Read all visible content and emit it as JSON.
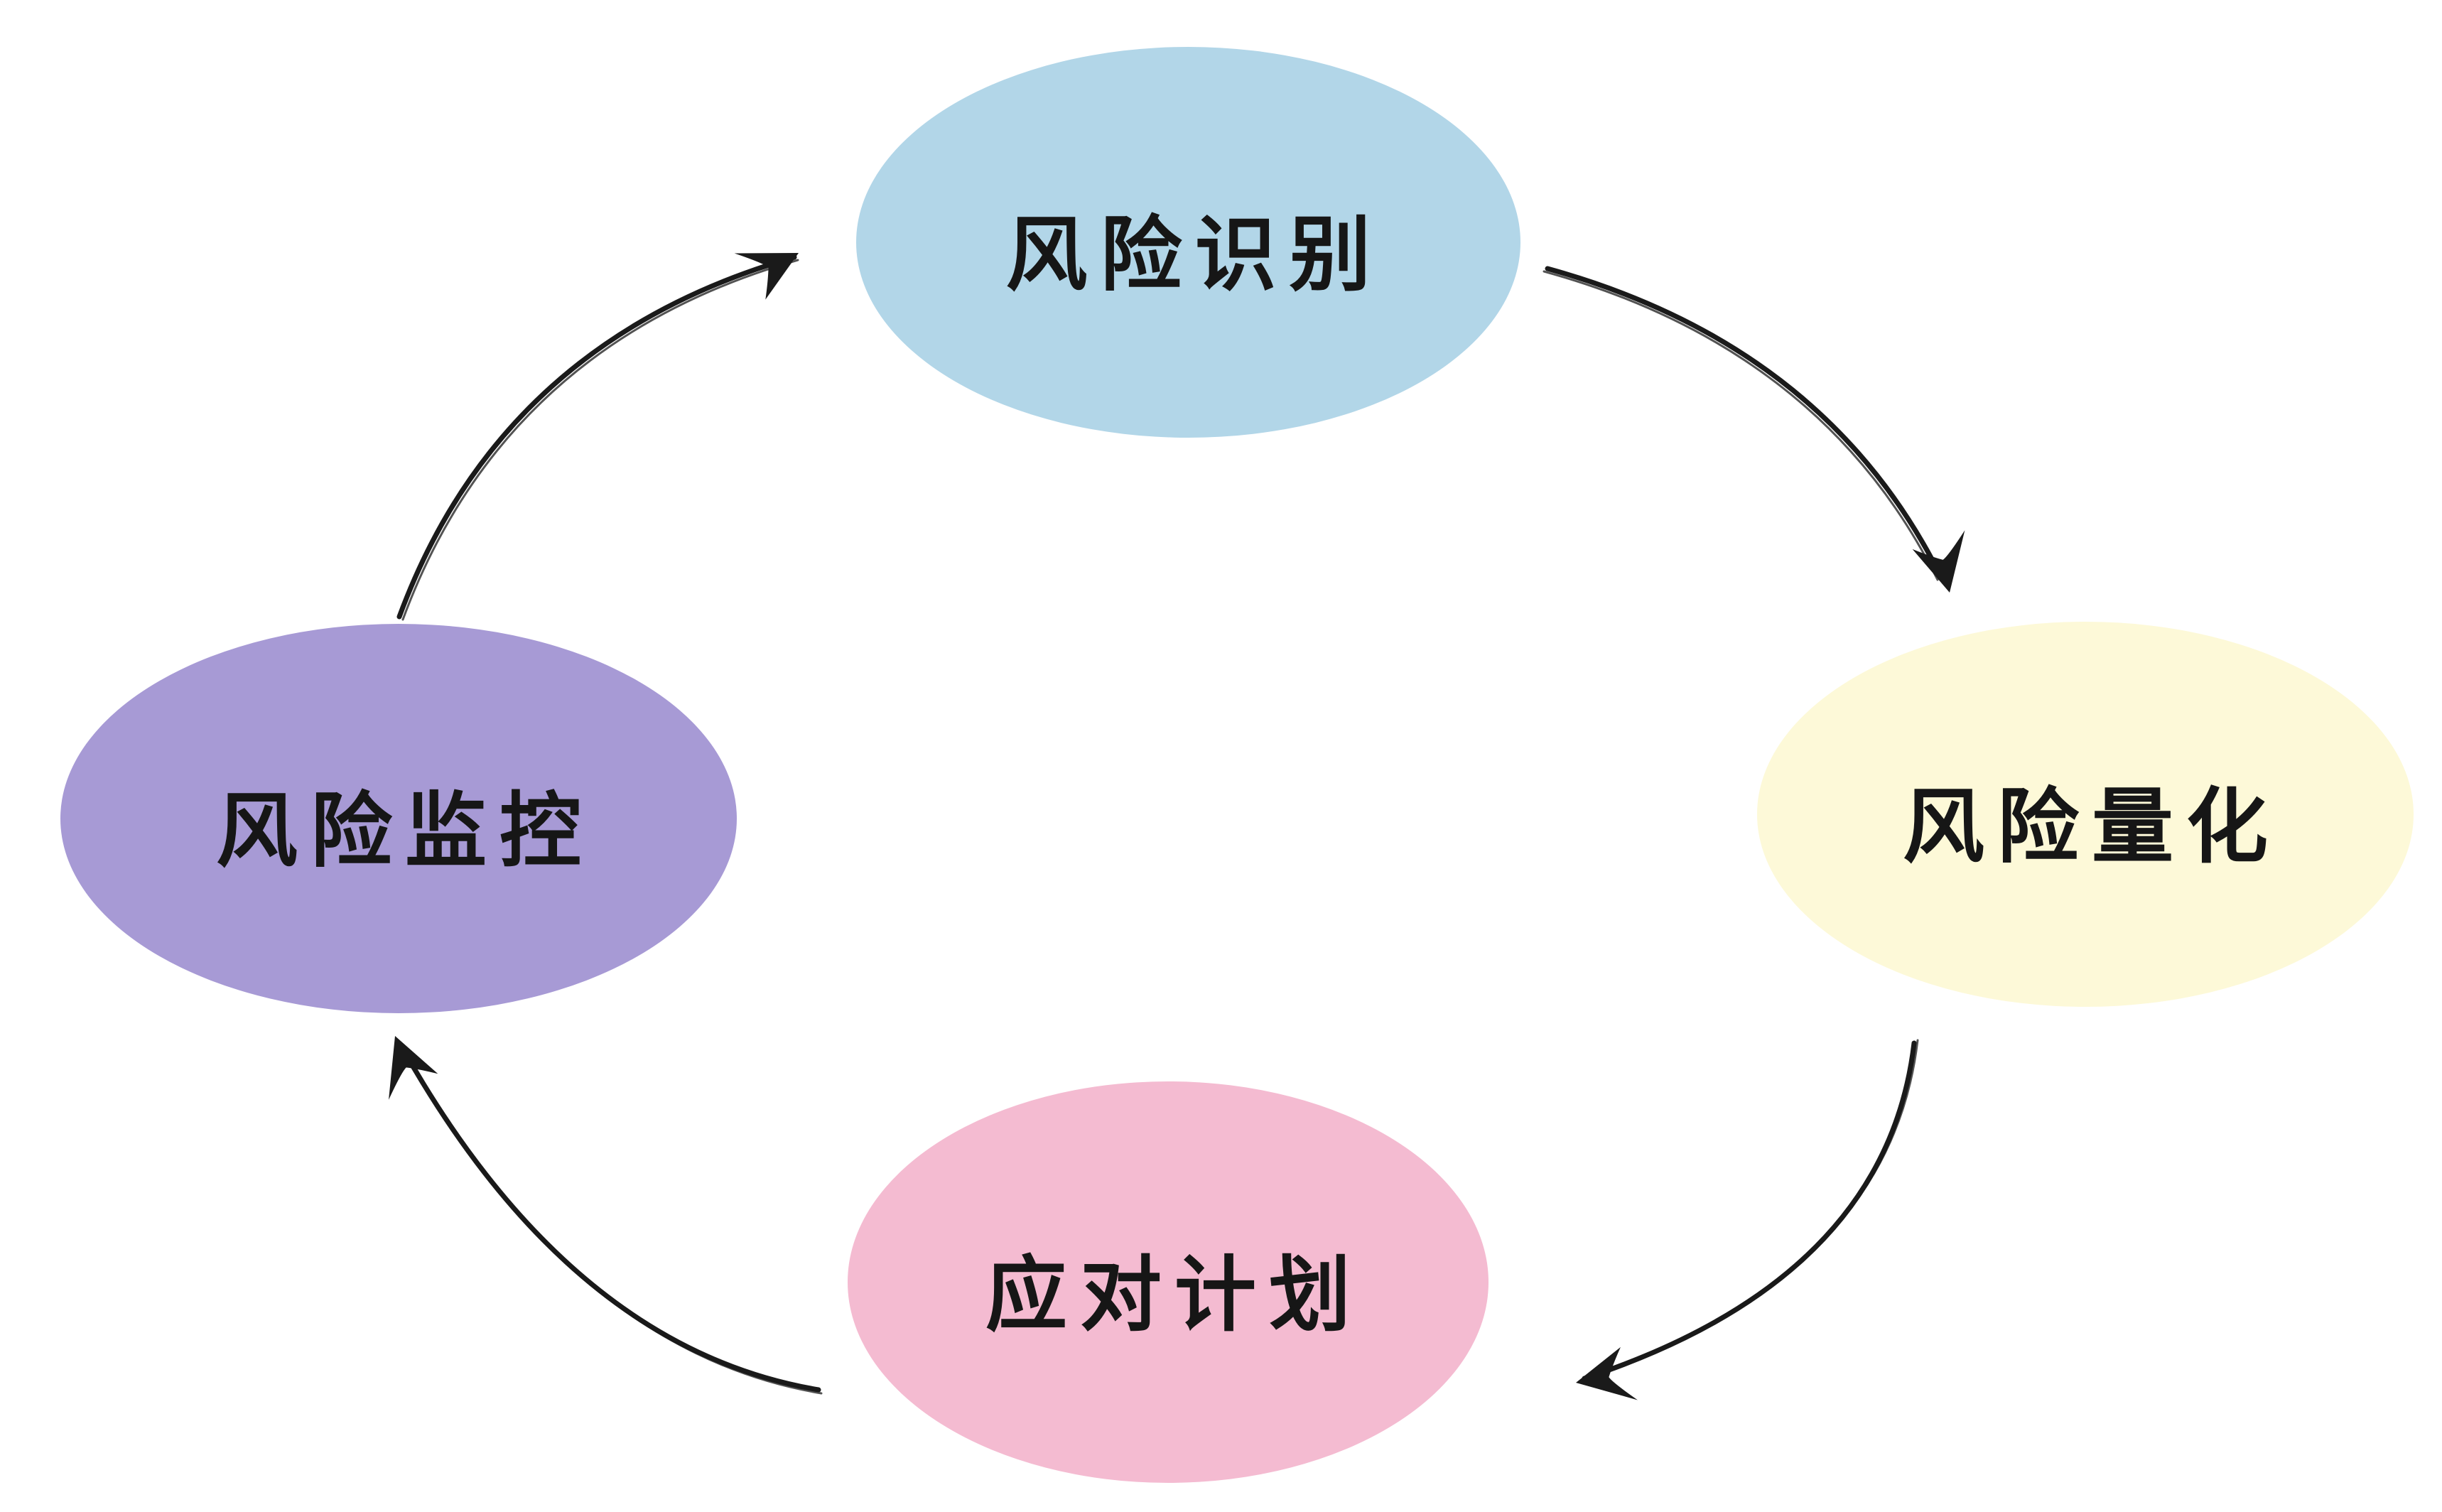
{
  "diagram": {
    "type": "cycle",
    "background_color": "#ffffff",
    "stroke_color": "#1a1a1a",
    "text_color": "#161616",
    "nodes": [
      {
        "id": "risk-identification",
        "label": "风险识别",
        "fill": "#b2d6e8",
        "position": "top"
      },
      {
        "id": "risk-quantification",
        "label": "风险量化",
        "fill": "#fdf9d8",
        "position": "right"
      },
      {
        "id": "response-planning",
        "label": "应对计划",
        "fill": "#f4bbd1",
        "position": "bottom"
      },
      {
        "id": "risk-monitoring",
        "label": "风险监控",
        "fill": "#a79ad5",
        "position": "left"
      }
    ],
    "edges": [
      {
        "from": "risk-identification",
        "to": "risk-quantification"
      },
      {
        "from": "risk-quantification",
        "to": "response-planning"
      },
      {
        "from": "response-planning",
        "to": "risk-monitoring"
      },
      {
        "from": "risk-monitoring",
        "to": "risk-identification"
      }
    ]
  }
}
